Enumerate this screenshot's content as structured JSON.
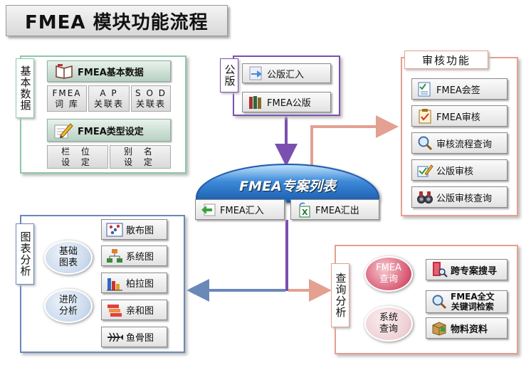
{
  "title": "FMEA 模块功能流程",
  "basic": {
    "label": "基本数据",
    "header1": "FMEA基本数据",
    "items1": [
      {
        "l1": "FMEA",
        "l2": "词 库"
      },
      {
        "l1": "A P",
        "l2": "关联表"
      },
      {
        "l1": "S O D",
        "l2": "关联表"
      }
    ],
    "header2": "FMEA类型设定",
    "items2": [
      {
        "l1": "栏 位",
        "l2": "设 定"
      },
      {
        "l1": "别 名",
        "l2": "设 定"
      }
    ]
  },
  "template": {
    "label": "公版",
    "items": [
      "公版汇入",
      "FMEA公版"
    ]
  },
  "audit": {
    "label": "审核功能",
    "items": [
      "FMEA会签",
      "FMEA审核",
      "审核流程查询",
      "公版审核",
      "公版审核查询"
    ]
  },
  "center": {
    "dome": "FMEA专案列表",
    "import": "FMEA汇入",
    "export": "FMEA汇出"
  },
  "charts": {
    "label": "图表分析",
    "circles": [
      "基础图表",
      "进阶分析"
    ],
    "circle_lines": [
      [
        "基础",
        "图表"
      ],
      [
        "进阶",
        "分析"
      ]
    ],
    "items": [
      "散布图",
      "系统图",
      "柏拉图",
      "亲和图",
      "鱼骨图"
    ]
  },
  "query": {
    "label": "查询分析",
    "circle_lines": [
      [
        "FMEA",
        "查询"
      ],
      [
        "系统",
        "查询"
      ]
    ],
    "items": [
      "跨专案搜寻",
      "物料资料"
    ],
    "fulltext_lines": [
      "FMEA全文",
      "关键词检索"
    ]
  },
  "colors": {
    "green": "#8cc8a8",
    "purple": "#7b4fb0",
    "salmon": "#e4a090",
    "blue": "#6a88b8"
  }
}
